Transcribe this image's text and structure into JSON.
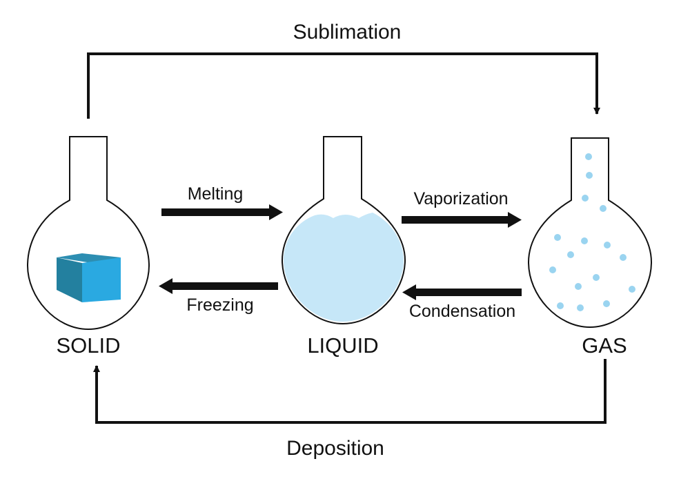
{
  "processes": {
    "sublimation": "Sublimation",
    "melting": "Melting",
    "freezing": "Freezing",
    "vaporization": "Vaporization",
    "condensation": "Condensation",
    "deposition": "Deposition"
  },
  "states": {
    "solid": "SOLID",
    "liquid": "LIQUID",
    "gas": "GAS"
  },
  "colors": {
    "line": "#111111",
    "liquid_fill": "#c6e7f8",
    "cube_front": "#2aa9e1",
    "cube_side": "#23809f",
    "cube_top": "#2d8eb2",
    "gas_particle": "#9ad4f0"
  }
}
